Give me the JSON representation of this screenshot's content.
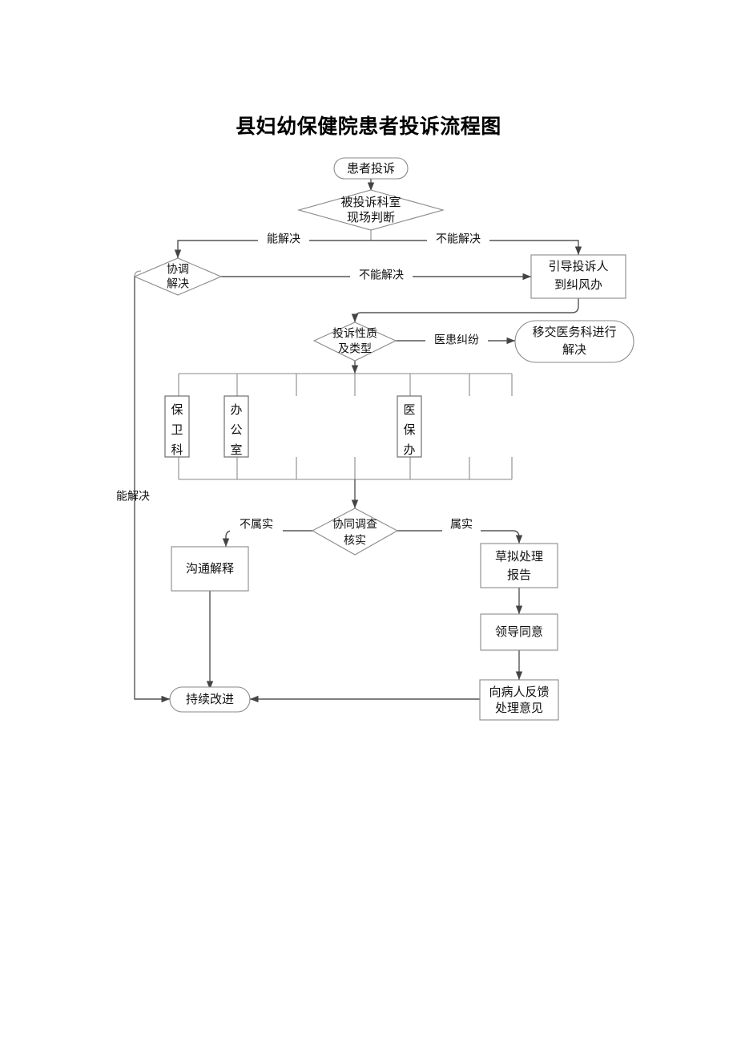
{
  "document": {
    "title": "县妇幼保健院患者投诉流程图"
  },
  "nodes": {
    "start": "患者投诉",
    "dept_judge_line1": "被投诉科室",
    "dept_judge_line2": "现场判断",
    "coordinate_line1": "协调",
    "coordinate_line2": "解决",
    "guide_line1": "引导投诉人",
    "guide_line2": "到纠风办",
    "nature_line1": "投诉性质",
    "nature_line2": "及类型",
    "transfer_line1": "移交医务科进行",
    "transfer_line2": "解决",
    "dept_boxes": [
      "保卫科",
      "办公室",
      "",
      "",
      "医保办",
      ""
    ],
    "investigate_line1": "协同调查",
    "investigate_line2": "核实",
    "explain": "沟通解释",
    "draft_line1": "草拟处理",
    "draft_line2": "报告",
    "leader_approve": "领导同意",
    "feedback_line1": "向病人反馈",
    "feedback_line2": "处理意见",
    "improve": "持续改进"
  },
  "edge_labels": {
    "can_solve_top": "能解决",
    "cannot_solve_top": "不能解决",
    "cannot_solve_mid": "不能解决",
    "dispute": "医患纠纷",
    "can_solve_left": "能解决",
    "not_true": "不属实",
    "is_true": "属实"
  },
  "colors": {
    "shape_stroke": "#8a8a8a",
    "link_stroke": "#555555",
    "text": "#111111",
    "background": "#ffffff"
  }
}
